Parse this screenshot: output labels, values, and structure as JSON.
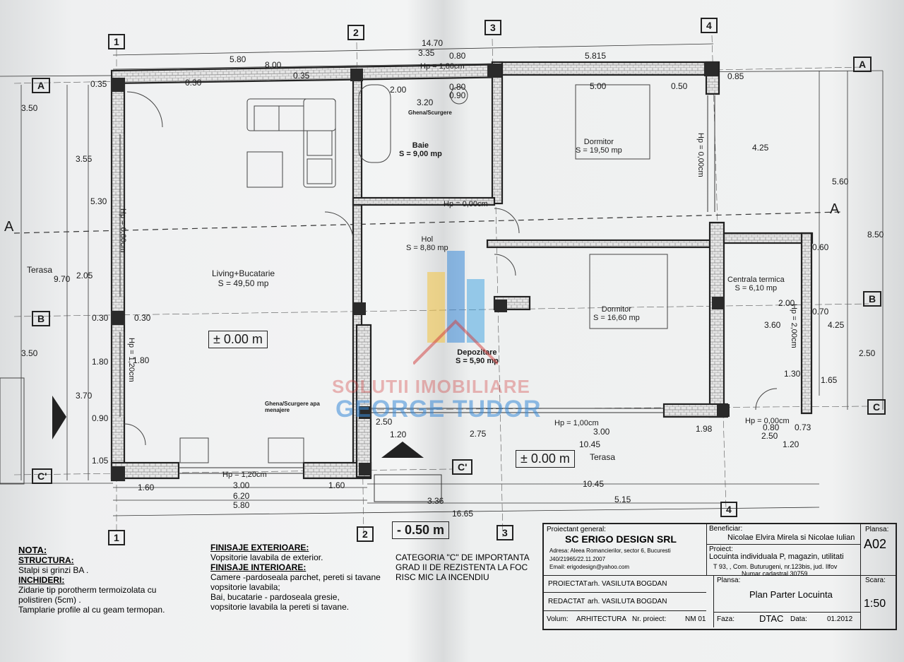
{
  "grid": {
    "columns": [
      "1",
      "2",
      "3",
      "4"
    ],
    "rows": [
      "A",
      "B",
      "C",
      "C'"
    ]
  },
  "rooms": {
    "living": {
      "name": "Living+Bucatarie",
      "area": "S = 49,50 mp"
    },
    "baie": {
      "name": "Baie",
      "area": "S = 9,00 mp"
    },
    "dormitor1": {
      "name": "Dormitor",
      "area": "S = 19,50 mp"
    },
    "hol": {
      "name": "Hol",
      "area": "S = 8,80 mp"
    },
    "dormitor2": {
      "name": "Dormitor",
      "area": "S = 16,60 mp"
    },
    "depozitare": {
      "name": "Depozitare",
      "area": "S = 5,90 mp"
    },
    "centrala": {
      "name": "Centrala termica",
      "area": "S = 6,10 mp"
    }
  },
  "labels": {
    "terasa_left": "Terasa",
    "terasa_bottom": "Terasa",
    "level_living": "± 0.00 m",
    "level_terasa": "± 0.00 m",
    "level_exterior": "- 0.50 m",
    "ghena1": "Ghena/Scurgere",
    "ghena2": "Ghena/Scurgere apa menajere",
    "section_a": "A",
    "hp_1": "Hp = 1,80cm",
    "hp_2": "Hp = 0,00cm",
    "hp_3": "Hp = 1,00cm",
    "hp_4": "Hp = 1,20cm",
    "hp_5": "Hp = 0,00cm",
    "hp_6": "Hp = 0,60cm",
    "hp_7": "Hp = 1,20cm",
    "hp_8": "Hp = 2,00cm",
    "hp_9": "Hp = 0,00cm"
  },
  "dims": {
    "top": [
      "14.70",
      "3.35",
      "0.80",
      "5.80",
      "5.815",
      "8.00",
      "0.35",
      "0.30",
      "0.35",
      "2.00",
      "0.80",
      "0.90",
      "3.20",
      "5.00",
      "0.50",
      "0.85",
      "1.80"
    ],
    "left": [
      "3.50",
      "3.55",
      "5.30",
      "2.05",
      "9.70",
      "1.80",
      "3.70",
      "0.90",
      "1.05",
      "3.50",
      "0.30",
      "0.30"
    ],
    "bottom": [
      "1.60",
      "3.00",
      "1.60",
      "6.20",
      "5.80",
      "3.36",
      "16.65",
      "10.45",
      "5.15",
      "10.45",
      "3.00",
      "2.75",
      "1.20",
      "2.50",
      "1.98",
      "0.80",
      "0.73",
      "1.20",
      "2.50"
    ],
    "right": [
      "4.25",
      "5.60",
      "8.50",
      "0.60",
      "4.25",
      "2.50",
      "1.65",
      "3.60",
      "2.00",
      "0.70",
      "1.30"
    ]
  },
  "notes": {
    "title": "NOTA:",
    "structura_h": "STRUCTURA:",
    "structura": "Stalpi si grinzi BA .",
    "inchideri_h": "INCHIDERI:",
    "inchideri_1": "Zidarie tip porotherm termoizolata cu",
    "inchideri_2": "polistiren (5cm) .",
    "inchideri_3": "Tamplarie profile al cu geam termopan."
  },
  "finisaje": {
    "ext_h": "FINISAJE EXTERIOARE:",
    "ext": "Vopsitorie lavabila de exterior.",
    "int_h": "FINISAJE INTERIOARE:",
    "int_1": "Camere -pardoseala parchet, pereti si tavane",
    "int_2": "vopsitorie lavabila;",
    "int_3": "Bai, bucatarie - pardoseala gresie,",
    "int_4": "vopsitorie lavabila la pereti si tavane."
  },
  "categoria": {
    "l1": "CATEGORIA \"C\" DE IMPORTANTA",
    "l2": "GRAD II DE REZISTENTA LA FOC",
    "l3": "RISC MIC LA INCENDIU"
  },
  "title_block": {
    "proiectant_label": "Proiectant general:",
    "firma": "SC ERIGO DESIGN SRL",
    "adresa": "Adresa: Aleea Romancierilor, sector 6, Bucuresti",
    "j": "J40/21965/22.11.2007",
    "email": "Email: erigodesign@yahoo.com",
    "beneficiar_label": "Beneficiar:",
    "beneficiar": "Nicolae Elvira Mirela si Nicolae Iulian",
    "proiect_label": "Proiect:",
    "proiect": "Locuinta individuala P, magazin, utilitati",
    "adresa_proiect": "T 93, , Com. Buturugeni, nr.123bis, jud. Ilfov",
    "cadastral": "Numar cadastral 30759",
    "proiectat_label": "PROIECTAT",
    "proiectat": "arh. VASILUTA BOGDAN",
    "redactat_label": "REDACTAT",
    "redactat": "arh. VASILUTA BOGDAN",
    "volum_label": "Volum:",
    "volum": "ARHITECTURA",
    "nr_proiect_label": "Nr. proiect:",
    "nr_proiect": "NM 01",
    "faza_label": "Faza:",
    "faza": "DTAC",
    "data_label": "Data:",
    "data": "01.2012",
    "plansa_label": "Plansa:",
    "plansa_nr": "A02",
    "plansa_titlu": "Plan Parter Locuinta",
    "scara_label": "Scara:",
    "scara": "1:50"
  },
  "watermark": {
    "line1": "SOLUTII IMOBILIARE",
    "line2": "GEORGE TUDOR"
  },
  "colors": {
    "wall": "#2b2b2b",
    "brick": "#7a7a7a",
    "paper": "#f0f1f1",
    "watermark_blue": "#3a8bd8",
    "watermark_red": "#d23a3a"
  }
}
